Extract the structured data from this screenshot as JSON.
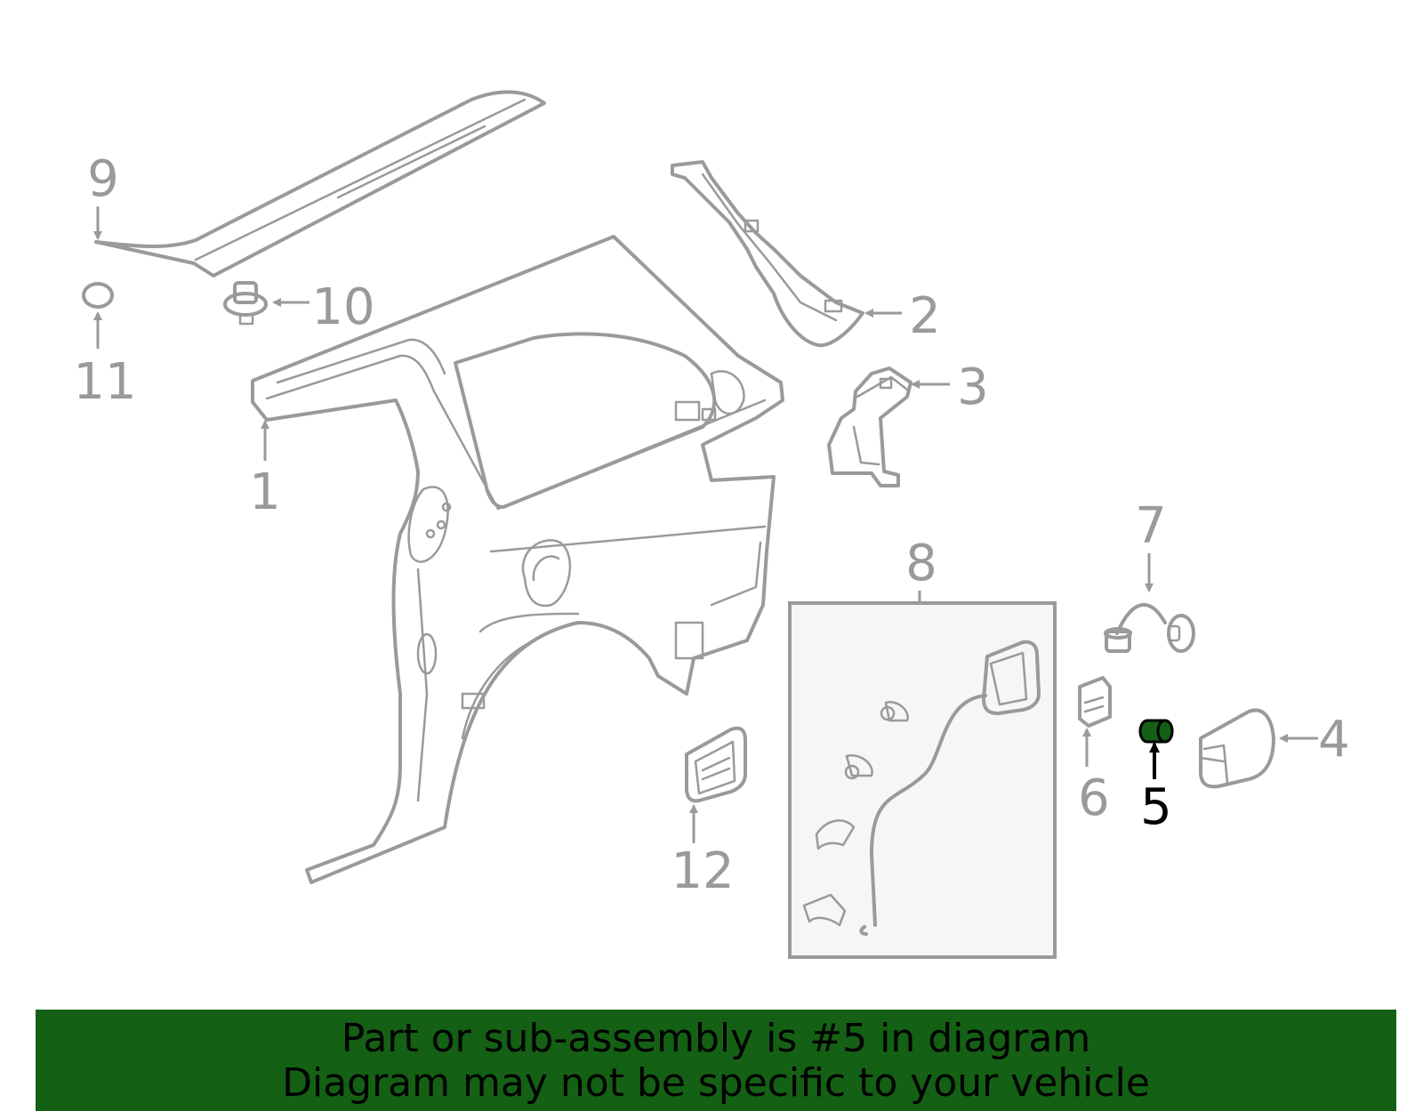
{
  "diagram": {
    "callouts": [
      {
        "id": "1",
        "text": "1"
      },
      {
        "id": "2",
        "text": "2"
      },
      {
        "id": "3",
        "text": "3"
      },
      {
        "id": "4",
        "text": "4"
      },
      {
        "id": "5",
        "text": "5",
        "highlighted": true
      },
      {
        "id": "6",
        "text": "6"
      },
      {
        "id": "7",
        "text": "7"
      },
      {
        "id": "8",
        "text": "8"
      },
      {
        "id": "9",
        "text": "9"
      },
      {
        "id": "10",
        "text": "10"
      },
      {
        "id": "11",
        "text": "11"
      },
      {
        "id": "12",
        "text": "12"
      }
    ],
    "highlight_color": "#146014",
    "line_color": "#9a9a9a"
  },
  "banner": {
    "line1": "Part or sub-assembly is #5 in diagram",
    "line2": "Diagram may not be specific to your vehicle",
    "background": "#146014"
  }
}
